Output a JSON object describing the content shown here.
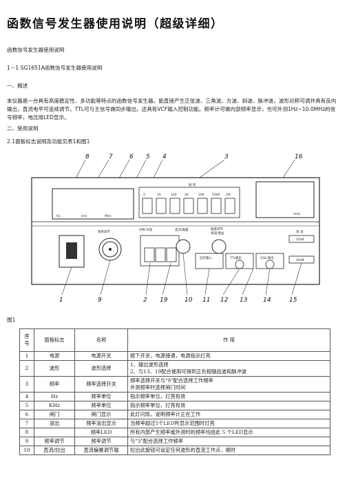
{
  "title": "函数信号发生器使用说明（超级详细）",
  "paras": {
    "p1": "函数信号发生器使用说明",
    "p2": "1－1 SG1651A函数信号发生器使用说明",
    "p3": "一、概述",
    "p4": "本仪器是一台具有高度稳定性、多功能等特点的函数信号发生器。能直接产生正弦波、三角波、方波、斜波、脉冲波，波形对称可调并具有反向输出，直流电平可连续调节。TTL可与主信号做同步输出。还具有VCF输入控制功能。频率计可做内部频率显示，也可外测1Hz~10.0MHz的信号频率，电压用LED显示。",
    "p5": "二、使用说明",
    "p6": "2.1面板标志说明及功能见表1和图1"
  },
  "figure": {
    "callouts_top": [
      "8",
      "7",
      "6",
      "5",
      "4",
      "3",
      "16"
    ],
    "callouts_bottom": [
      "1",
      "9",
      "2",
      "19",
      "10",
      "11",
      "12",
      "13",
      "14",
      "15"
    ],
    "range_label": "频  率",
    "range_buttons": [
      "2",
      "20",
      "200",
      "2K",
      "20K",
      "200K",
      "2M"
    ],
    "freq_display_units": [
      "Hz",
      "kHz",
      "MHz"
    ],
    "freq_indicators": [
      "mHz"
    ],
    "knob_labels": [
      "频率调节",
      "对称  斜波",
      "直流/偏置",
      "幅度调节",
      "衰减/增益"
    ],
    "atten_labels": [
      "衰 减",
      "20dB",
      "40dB"
    ],
    "input_labels": [
      "压控输入",
      "TTL输出",
      "50Ω  输出"
    ],
    "figure_caption": "图1"
  },
  "table": {
    "headers": [
      "序号",
      "面板标志",
      "名称",
      "作  用"
    ],
    "rows": [
      [
        "1",
        "电源",
        "电源开关",
        "按下开关，电源接通，电源指示灯亮"
      ],
      [
        "2",
        "波形",
        "波形选择",
        "1、输出波形选择\n2、与13、19配合使用可得到正负相锯齿波和脉冲波"
      ],
      [
        "3",
        "频率",
        "频率选择开关",
        "频率选择开关与\"9\"配合选择工作频率\n外测频率时选择闸门时间"
      ],
      [
        "4",
        "Hz",
        "频率单位",
        "指示频率单位，灯亮有效"
      ],
      [
        "5",
        "KHz",
        "频率单位",
        "指示频率单位，灯亮有效"
      ],
      [
        "6",
        "闸门",
        "闸门显示",
        "此灯闪烁，说明频率计正在工作"
      ],
      [
        "7",
        "溢出",
        "频率溢出显示",
        "当频率超过5个LED所显示范围时灯亮"
      ],
      [
        "8",
        "",
        "频率LED",
        "所有内部产生频率或外测时的频率均由此 5 个LED显示"
      ],
      [
        "9",
        "频率调节",
        "频率调节",
        "与\"3\"配合选择工作频率"
      ],
      [
        "10",
        "直流/拉出",
        "直流偏置调节输",
        "拉出此旋钮可设定任何波形的直流工作点，顺时"
      ]
    ]
  }
}
